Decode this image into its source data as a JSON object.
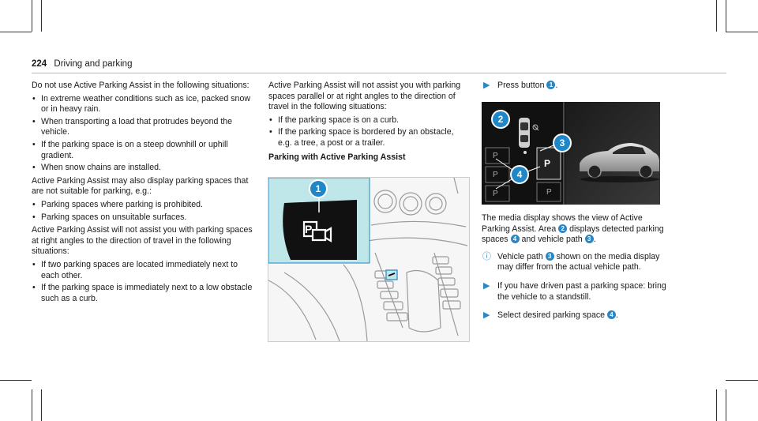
{
  "header": {
    "page_number": "224",
    "section": "Driving and parking"
  },
  "col1": {
    "intro": "Do not use Active Parking Assist in the following situations:",
    "list1": [
      "In extreme weather conditions such as ice, packed snow or in heavy rain.",
      "When transporting a load that protrudes beyond the vehicle.",
      "If the parking space is on a steep downhill or uphill gradient.",
      "When snow chains are installed."
    ],
    "para2": "Active Parking Assist may also display parking spaces that are not suitable for parking, e.g.:",
    "list2": [
      "Parking spaces where parking is prohibited.",
      "Parking spaces on unsuitable surfaces."
    ],
    "para3": "Active Parking Assist will not assist you with parking spaces at right angles to the direction of travel in the following situations:",
    "list3": [
      "If two parking spaces are located immediately next to each other.",
      "If the parking space is immediately next to a low obstacle such as a curb."
    ]
  },
  "col2": {
    "para1": "Active Parking Assist will not assist you with parking spaces parallel or at right angles to the direction of travel in the following situations:",
    "list1": [
      "If the parking space is on a curb.",
      "If the parking space is bordered by an obstacle, e.g. a tree, a post or a trailer."
    ],
    "heading": "Parking with Active Parking Assist",
    "figure_callout": "1"
  },
  "col3": {
    "step1_pre": "Press button",
    "step1_num": "1",
    "step1_post": ".",
    "figure_callouts": [
      "2",
      "3",
      "4"
    ],
    "figure_p_labels": [
      "P",
      "P",
      "P",
      "P",
      "P"
    ],
    "desc_a": "The media display shows the view of Active Parking Assist. Area",
    "desc_num2": "2",
    "desc_b": "displays detected parking spaces",
    "desc_num4": "4",
    "desc_c": "and vehicle path",
    "desc_num3": "3",
    "desc_d": ".",
    "note_a": "Vehicle path",
    "note_num": "3",
    "note_b": "shown on the media display may differ from the actual vehicle path.",
    "step2": "If you have driven past a parking space: bring the vehicle to a standstill.",
    "step3_pre": "Select desired parking space",
    "step3_num": "4",
    "step3_post": "."
  },
  "colors": {
    "accent": "#2b86c5",
    "callout": "#1f86c8",
    "highlight": "#bfe7ea"
  }
}
